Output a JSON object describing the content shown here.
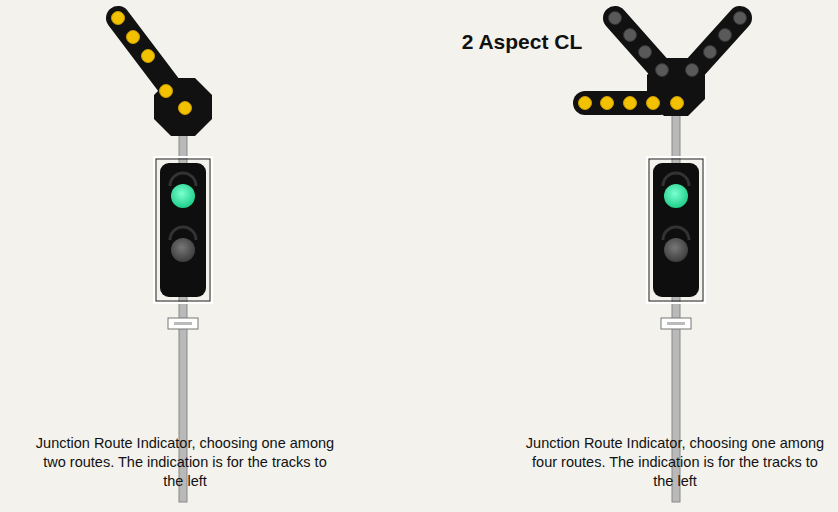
{
  "diagram": {
    "title": "2 Aspect CL",
    "labels": [
      "Junction Route Indicator, choosing one among two routes. The indication is for the tracks to the left",
      "Junction Route Indicator, choosing one among four routes. The indication is for the tracks to the left"
    ]
  }
}
